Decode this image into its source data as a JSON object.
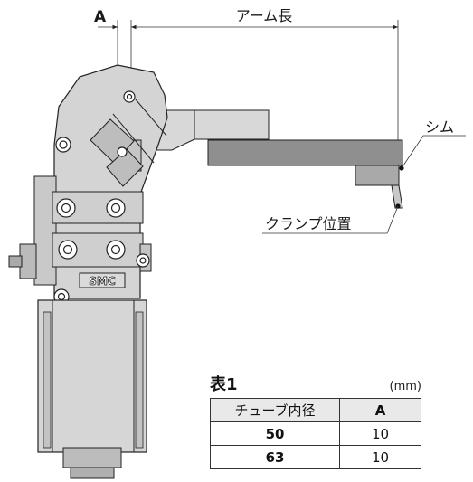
{
  "labels": {
    "dim_a": "A",
    "arm_length": "アーム長",
    "shim": "シム",
    "clamp_position": "クランプ位置",
    "logo": "SMC"
  },
  "table": {
    "title": "表1",
    "unit": "(mm)",
    "headers": [
      "チューブ内径",
      "A"
    ],
    "rows": [
      [
        "50",
        "10"
      ],
      [
        "63",
        "10"
      ]
    ]
  },
  "colors": {
    "body": "#d4d4d4",
    "arm_plate": "#8f8f8f",
    "outline": "#222222"
  }
}
